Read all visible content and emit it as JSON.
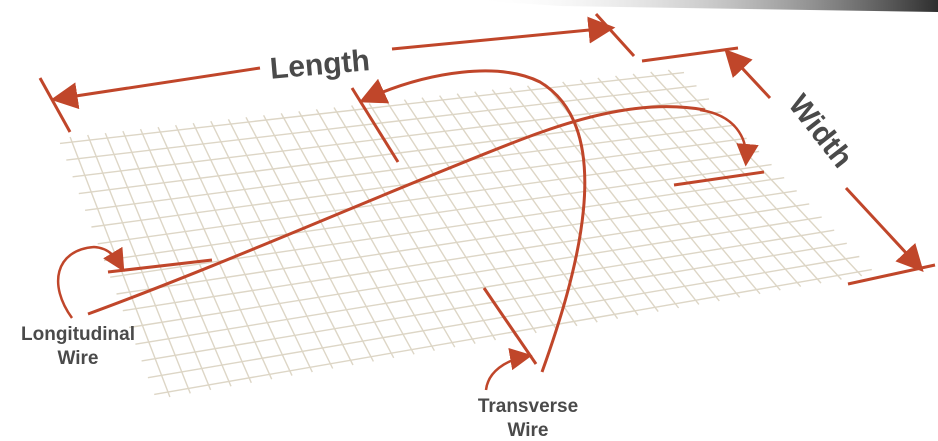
{
  "labels": {
    "length": "Length",
    "width": "Width",
    "longitudinal_line1": "Longitudinal",
    "longitudinal_line2": "Wire",
    "transverse_line1": "Transverse",
    "transverse_line2": "Wire"
  },
  "colors": {
    "accent": "#c0462a",
    "grid": "#ddd6c6",
    "text": "#4a4a4a",
    "top_band": "#3a3a3a",
    "background": "#ffffff"
  }
}
